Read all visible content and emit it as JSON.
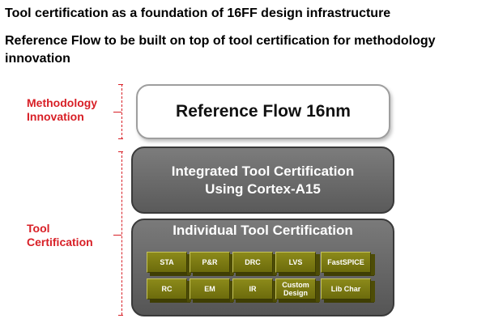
{
  "header": {
    "title": "Tool certification as a foundation of 16FF design infrastructure",
    "subtitle": "Reference Flow to be built on top of tool certification for methodology innovation"
  },
  "labels": {
    "methodology": [
      "Methodology",
      "Innovation"
    ],
    "tool": [
      "Tool",
      "Certification"
    ]
  },
  "boxes": {
    "reference": "Reference Flow 16nm",
    "integrated": [
      "Integrated Tool Certification",
      "Using Cortex-A15"
    ],
    "individual": "Individual Tool Certification"
  },
  "tools": {
    "row1": [
      "STA",
      "P&R",
      "DRC",
      "LVS",
      "FastSPICE"
    ],
    "row2": [
      "RC",
      "EM",
      "IR",
      [
        "Custom",
        "Design"
      ],
      "Lib Char"
    ]
  },
  "colors": {
    "accent_red": "#d81f26",
    "box_gray": "#666666",
    "tool_olive": "#7d7b14"
  }
}
